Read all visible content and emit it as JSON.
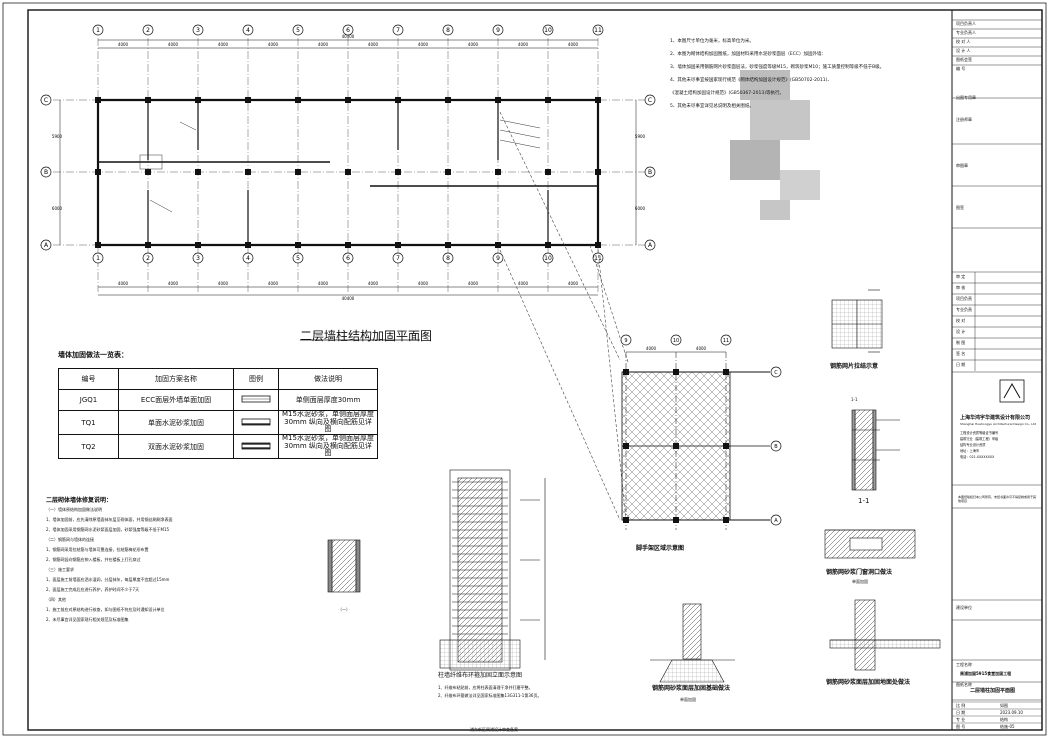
{
  "plan": {
    "title": "二层墙柱结构加固平面图",
    "axis_cols": [
      "1",
      "2",
      "3",
      "4",
      "5",
      "6",
      "7",
      "8",
      "9",
      "10",
      "11"
    ],
    "axis_rows": [
      "C",
      "B",
      "A"
    ],
    "dims_top": [
      "4000",
      "4000",
      "4000",
      "4000",
      "4000",
      "4000",
      "4000",
      "4000",
      "4000",
      "4000"
    ],
    "total_top": "40400",
    "dims_bottom": [
      "4000",
      "4000",
      "4000",
      "4000",
      "4000",
      "4000",
      "4000",
      "4000",
      "4000",
      "4000"
    ],
    "total_bottom": "40400",
    "side_dims": [
      "5900",
      "6000"
    ]
  },
  "legend": {
    "heading": "墙体加固做法一览表：",
    "headers": [
      "编号",
      "加固方案名称",
      "图例",
      "做法说明"
    ],
    "rows": [
      {
        "code": "JGQ1",
        "name": "ECC面层外墙单面加固",
        "note": "单侧面层厚度30mm"
      },
      {
        "code": "TQ1",
        "name": "单面水泥砂浆加固",
        "note": "M15水泥砂浆，单侧面层厚度30mm 纵向及横向配筋见详图"
      },
      {
        "code": "TQ2",
        "name": "双面水泥砂浆加固",
        "note": "M15水泥砂浆，单侧面层厚度30mm 纵向及横向配筋见详图"
      }
    ]
  },
  "repair_notes": {
    "heading": "二层砌体墙体修复说明：",
    "lines": [
      "（一）墙体原结构加固做法说明",
      "1、墙体加固前，应先清除原墙面抹灰层至砌体面，并用钢丝刷刷净表面",
      "2、墙体加固采用钢筋网水泥砂浆面层加固，砂浆强度等级不低于M15",
      "（二）钢筋网与墙体的连接",
      "1、钢筋网采用拉结筋与墙体可靠连接，拉结筋梅花形布置",
      "2、钢筋网竖向钢筋应伸入楼板，并在楼板上打孔穿过",
      "（三）施工要求",
      "1、面层施工前墙面应洒水湿润，分层抹灰，每层厚度不宜超过15mm",
      "2、面层施工完成后应进行养护，养护时间不少于7天",
      "（四）其他",
      "1、施工前应对原结构进行核查，如与图纸不符应及时通知设计单位",
      "2、未尽事宜详见国家现行相关规范及标准图集"
    ]
  },
  "general_notes": {
    "lines": [
      "1、本图尺寸单位为毫米，标高单位为米。",
      "2、本图为砌体结构加固图纸，加固材料采用水泥砂浆面层（ECC）加固外墙：",
      "3、墙体加固采用钢筋网片砂浆面层法，砂浆强度等级M15，砌筑砂浆M10；施工质量控制等级不低于B级。",
      "4、其他未尽事宜按国家现行规范《砌体结构加固设计规范》(GB50702-2011)、",
      "《混凝土结构加固设计规范》(GB50367-2013)等执行。",
      "5、其他未尽事宜详见总说明及相关图纸。"
    ]
  },
  "details": {
    "scaffold_caption": "脚手架区域示意图",
    "scaffold_axes": [
      "9",
      "10",
      "11"
    ],
    "scaffold_rows": [
      "C",
      "B",
      "A"
    ],
    "scaffold_dims": [
      "4000",
      "4000"
    ],
    "mesh_caption": "钢筋网片拉结示意",
    "section_label": "1-1",
    "opening_caption": "钢筋网砂浆门窗洞口做法",
    "foundation_caption": "钢筋网砂浆面层加固基础做法",
    "ground_caption": "钢筋网砂浆面层加固地面处做法",
    "column_caption": "柱墙纤维布环箍加固立面示意图",
    "column_notes": [
      "1、纤维布粘贴前，应将柱表面清理干净并打磨平整。",
      "2、纤维布环箍做法详见国家标准图集13G311-1第36页。"
    ],
    "sub_label_1": "（一）",
    "sub_label_2": "单面加固"
  },
  "title_block": {
    "top_labels": [
      "项目负责人",
      "专业负责人",
      "校 对 人",
      "设 计 人",
      "图纸会签",
      "编 号"
    ],
    "stamp_labels": [
      "出图专用章",
      "注册师章",
      "审图章",
      "图签"
    ],
    "sign_rows": [
      "审 定",
      "审 核",
      "项目负责",
      "专业负责",
      "校 对",
      "设 计",
      "制 图",
      "签 名",
      "日 期"
    ],
    "company_cn": "上海华鸿宇华建筑设计有限公司",
    "company_en": "Shanghai Huahongyu Architectural Design Co., Ltd",
    "company_lines": [
      "工程设计资质等级证书编号",
      "建筑行业（建筑工程）甲级",
      "结构专业设计资质",
      "地址：上海市",
      "电话：021-XXXXXXXX"
    ],
    "disclaimer": "本图纸版权归本公司所有，未经书面许可不得复制或用于其他项目",
    "field_labels": [
      "建设单位",
      "工程名称",
      "图纸名称"
    ],
    "project_name": "周浦加固5915食堂加固工程",
    "drawing_name": "二层墙柱加固平面图",
    "meta_rows": [
      {
        "k": "比 例",
        "v": "如图"
      },
      {
        "k": "日 期",
        "v": "2023.09.10"
      },
      {
        "k": "专 业",
        "v": "结构"
      },
      {
        "k": "图 号",
        "v": "结施-05"
      }
    ]
  },
  "footer": "浦东新区周浦设计审查备案"
}
